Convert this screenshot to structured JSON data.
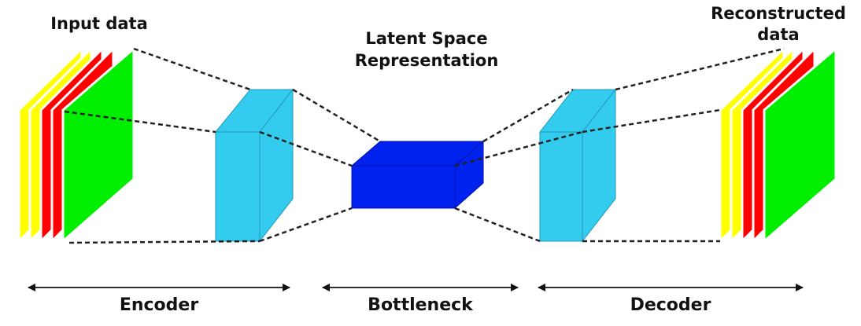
{
  "labels": {
    "input": "Input data",
    "latent_line1": "Latent Space",
    "latent_line2": "Representation",
    "recon_line1": "Reconstructed",
    "recon_line2": "data",
    "encoder": "Encoder",
    "bottleneck": "Bottleneck",
    "decoder": "Decoder"
  },
  "colors": {
    "yellow": "#ffff00",
    "red": "#ff0000",
    "green": "#00ee00",
    "light_blue": "#33ccee",
    "dark_blue": "#0022ee",
    "line": "#222222"
  }
}
